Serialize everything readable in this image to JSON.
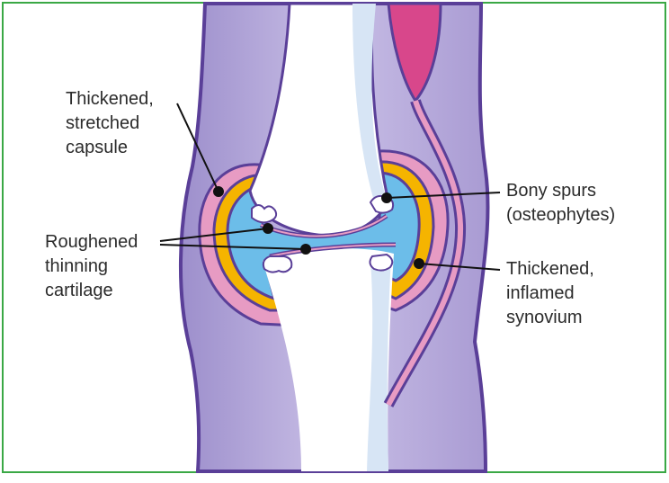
{
  "labels": {
    "capsule": [
      "Thickened,",
      "stretched",
      "capsule"
    ],
    "spurs": [
      "Bony spurs",
      "(osteophytes)"
    ],
    "cartilage": [
      "Roughened",
      "thinning",
      "cartilage"
    ],
    "synovium": [
      "Thickened,",
      "inflamed",
      "synovium"
    ]
  },
  "colors": {
    "frame": "#3aa845",
    "outline": "#5a3f98",
    "soft_tissue": "#b8acdc",
    "capsule": "#e79bc3",
    "synovium": "#f5b400",
    "synovial_fluid": "#6cbde9",
    "bone": "#ffffff",
    "periosteum": "#d7e5f5",
    "muscle": "#d8478b"
  }
}
